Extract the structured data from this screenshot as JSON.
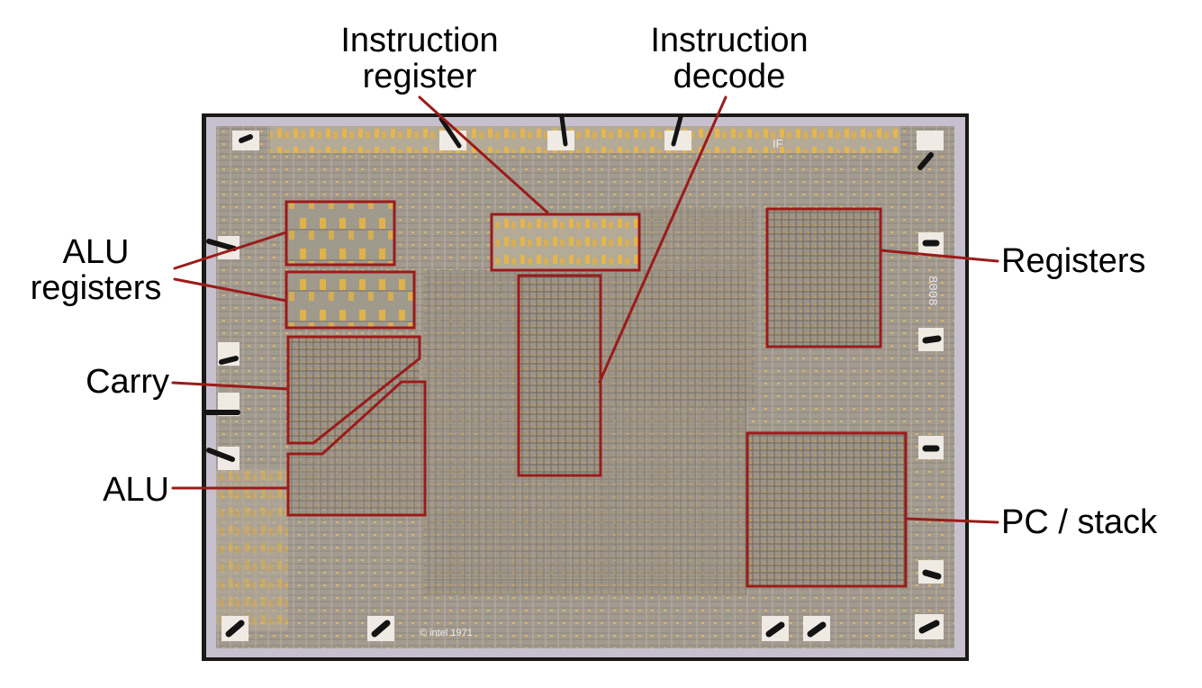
{
  "colors": {
    "die_edge": "#1c1a16",
    "die_base": "#a79f95",
    "die_frame": "#c7c0cf",
    "metal_trace": "#8b8479",
    "metal_light": "#d2c9b4",
    "gold": "#e5b64a",
    "pad": "#efeae4",
    "bond_wire": "#141414",
    "callout": "#9b1b1b",
    "label_text": "#000000"
  },
  "die": {
    "chip_number": "8008",
    "corner_mark": "IF",
    "copyright": "© intel 1971"
  },
  "labels": {
    "instruction_register": [
      "Instruction",
      "register"
    ],
    "instruction_decode": [
      "Instruction",
      "decode"
    ],
    "alu_registers": [
      "ALU",
      "registers"
    ],
    "registers": "Registers",
    "carry": "Carry",
    "alu": "ALU",
    "pc_stack": "PC / stack"
  }
}
